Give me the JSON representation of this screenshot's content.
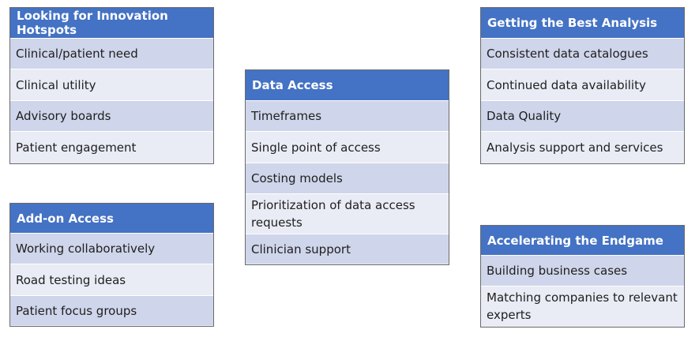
{
  "cards": {
    "innovation": {
      "title": "Looking for Innovation Hotspots",
      "items": [
        "Clinical/patient need",
        "Clinical utility",
        "Advisory boards",
        "Patient engagement"
      ]
    },
    "addon": {
      "title": "Add-on Access",
      "items": [
        "Working collaboratively",
        "Road testing ideas",
        "Patient focus groups"
      ]
    },
    "data_access": {
      "title": "Data Access",
      "items": [
        "Timeframes",
        "Single point of access",
        "Costing models",
        "Prioritization of data access requests",
        "Clinician support"
      ]
    },
    "analysis": {
      "title": "Getting the Best Analysis",
      "items": [
        "Consistent data catalogues",
        "Continued data availability",
        "Data Quality",
        "Analysis support and services"
      ]
    },
    "endgame": {
      "title": "Accelerating the Endgame",
      "items": [
        "Building business cases",
        "Matching companies to relevant experts"
      ]
    }
  },
  "colors": {
    "header": "#4472c4",
    "row_dark": "#cfd5ea",
    "row_light": "#e9ebf5",
    "border": "#6b6b6b"
  }
}
